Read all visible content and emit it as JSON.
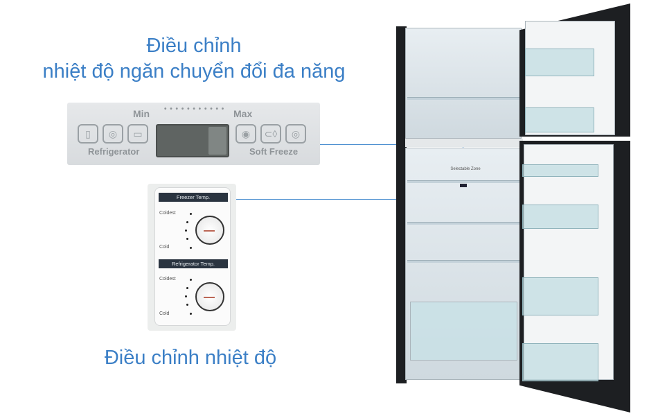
{
  "headline_selectable": [
    "Điều chỉnh",
    "nhiệt độ ngăn chuyển đổi đa năng"
  ],
  "headline_dials": "Điều chỉnh nhiệt độ",
  "panel_selectable": {
    "min": "Min",
    "max": "Max",
    "dots": "• • • • • • • • • • •",
    "refrigerator": "Refrigerator",
    "soft_freeze": "Soft Freeze"
  },
  "panel_dials": {
    "freezer_title": "Freezer Temp.",
    "refrigerator_title": "Refrigerator Temp.",
    "coldest": "Coldest",
    "cold": "Cold"
  },
  "fridge": {
    "selectable_zone": "Selectable Zone"
  },
  "colors": {
    "accent": "#3b7fc6"
  }
}
